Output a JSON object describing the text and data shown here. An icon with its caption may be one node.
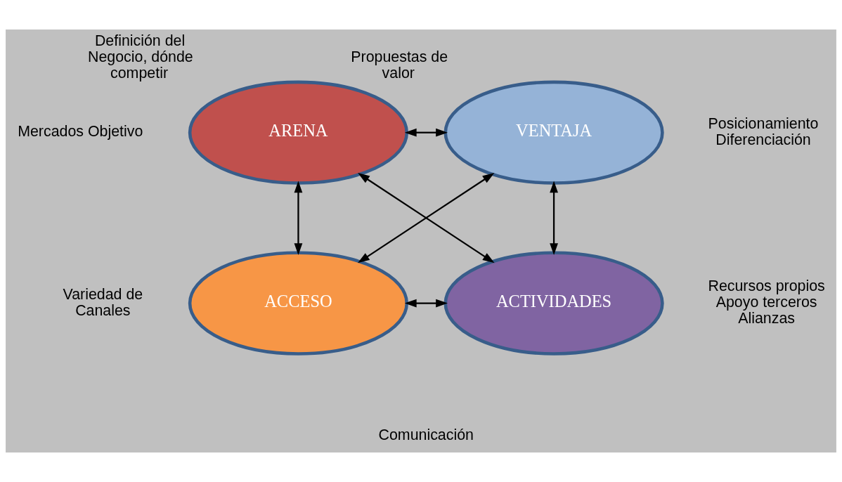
{
  "diagram": {
    "nodes": [
      {
        "text": [
          "ARENA"
        ],
        "beside": [
          "Definición del Negocio, dónde competir",
          "Mercados Objetivo"
        ]
      },
      {
        "text": [
          "VENTAJA"
        ],
        "beside": [
          "Propuestas de valor",
          "Posicionamiento Diferenciación"
        ]
      },
      {
        "text": [
          "ACCESO"
        ],
        "beside": [
          "Variedad de Canales"
        ]
      },
      {
        "text": [
          "ACTIVIDADES"
        ],
        "beside": [
          "Recursos propios Apoyo terceros Alianzas"
        ]
      }
    ],
    "edges": [
      {
        "from": 0,
        "to": 1,
        "arrow": "both"
      },
      {
        "from": 0,
        "to": 2,
        "arrow": "both"
      },
      {
        "from": 0,
        "to": 3,
        "arrow": "both"
      },
      {
        "from": 1,
        "to": 2,
        "arrow": "both"
      },
      {
        "from": 1,
        "to": 3,
        "arrow": "both"
      },
      {
        "from": 2,
        "to": 3,
        "arrow": "both"
      }
    ],
    "labels": [
      "Comunicación"
    ]
  }
}
